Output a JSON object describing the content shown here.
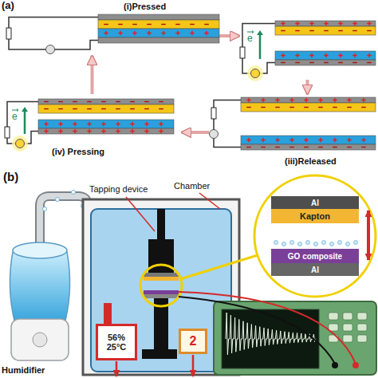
{
  "diagram": {
    "nodes": [
      {
        "text": [
          "(i)Pressed"
        ]
      },
      {
        "text": [
          "e"
        ]
      },
      {
        "text": [
          "(iii)Released"
        ]
      },
      {
        "text": [
          "(iv) Pressing",
          "e"
        ]
      },
      {
        "text": [
          "Al"
        ]
      },
      {
        "text": [
          "Kapton"
        ]
      },
      {
        "text": [
          "GO composite"
        ]
      },
      {
        "text": [
          "Al"
        ]
      },
      {
        "text": [
          "56%",
          "25°C"
        ]
      },
      {
        "text": [
          "2"
        ]
      }
    ],
    "edges": [
      {
        "from": 0,
        "to": 1,
        "arrow": "to"
      },
      {
        "from": 1,
        "to": 2,
        "arrow": "to"
      },
      {
        "from": 2,
        "to": 3,
        "arrow": "to"
      },
      {
        "from": 3,
        "to": 0,
        "arrow": "to"
      }
    ],
    "labels": [
      "(a)",
      "(b)",
      "Tapping device",
      "Chamber",
      "Humidifier"
    ]
  }
}
